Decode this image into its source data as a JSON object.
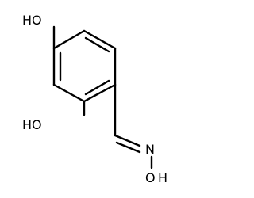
{
  "structure": {
    "atom_labels": {
      "hydroxyl_top": "HO",
      "hydroxyl_left": "HO",
      "nitrogen": "N",
      "oxime_oh": "O",
      "oxime_h": "H"
    },
    "colors": {
      "background": "#ffffff",
      "bond": "#000000",
      "text": "#000000"
    }
  }
}
